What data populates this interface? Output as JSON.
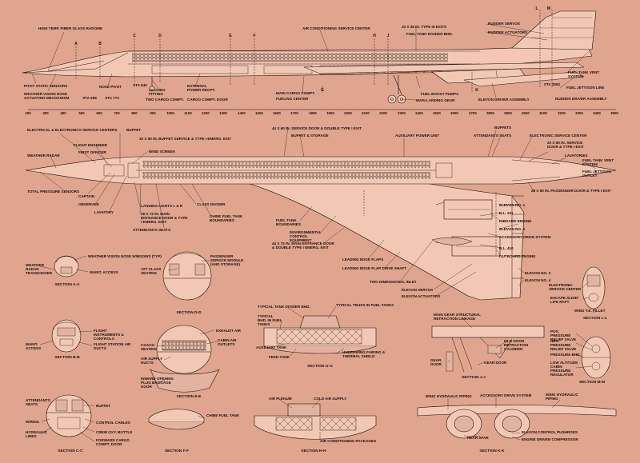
{
  "colors": {
    "background": "#dfa58f",
    "ink": "#1c0f0b",
    "fill": "#f2c8b4",
    "shade": "#b88471"
  },
  "scale_ticks": [
    "200",
    "300",
    "400",
    "500",
    "600",
    "700",
    "800",
    "900",
    "1000",
    "1100",
    "1200",
    "1300",
    "1400",
    "1500",
    "1600",
    "1700",
    "1800",
    "1900",
    "2000",
    "2100",
    "2200",
    "2300",
    "2400",
    "2500",
    "2600",
    "2700",
    "2800",
    "2900",
    "3000",
    "3100",
    "3200",
    "3300",
    "3400",
    "3500"
  ],
  "section_letters": [
    "A",
    "B",
    "C",
    "D",
    "E",
    "F",
    "G",
    "H",
    "J",
    "K",
    "L",
    "M"
  ],
  "stations": [
    "STA 658",
    "STA 773",
    "STA 840",
    "STA 3052"
  ],
  "side_view": {
    "labels": [
      "HIGH TEMP. FIBER GLASS RADOME",
      "PITOT STATIC SENSORS",
      "WEATHER VISION NOSE ACTUATING MECHANISM",
      "NOSE PIVOT",
      "JACKING FITTING",
      "TWO CARGO COMPT.",
      "EXTERNAL POWER RECPT.",
      "CARGO COMPT. DOOR",
      "MAIN CARGO COMPT.",
      "FUELING CENTER",
      "AIR CONDITIONING SERVICE CENTER",
      "20 x 36 IN. TYPE III EXITS",
      "FUEL TANK DIVIDER BHD.",
      "FUEL BOOST PUMPS",
      "MAIN LANDING GEAR",
      "RUDDER SERVOS",
      "RUDDER ACTUATORS",
      "ELEVON DRIVER ASSEMBLY",
      "FUEL TANK VENT SYSTEM",
      "FUEL JETTISON LINE",
      "RUDDER DRIVER ASSEMBLY"
    ]
  },
  "plan_view": {
    "labels": [
      "ELECTRICAL & ELECTRONICS SERVICE CENTERS",
      "BUFFET",
      "30 x 60 IN. BUFFET SERVICE & TYPE I EMERG. EXIT",
      "FLIGHT ENGINEER",
      "FIRST OFFICER",
      "WIND SCREEN",
      "WEATHER RADAR",
      "TOTAL PRESSURE SENSORS",
      "CAPTAIN",
      "OBSERVER",
      "LAVATORY",
      "LANDING LIGHTS L & R",
      "28 x 72 IN. MAIN ENTRANCE DOOR & TYPE I EMERG. EXIT",
      "ATTENDANTS SEATS",
      "CLASS DIVIDER",
      "CHINE FUEL TANK BOUNDARIES",
      "44 x 60 IN. SERVICE DOOR & DOUBLE TYPE I EXIT",
      "BUFFET & STORAGE",
      "AUXILIARY POWER UNIT",
      "BUFFETS",
      "ATTENDANTS SEATS",
      "ELECTRONIC SERVICE CENTER",
      "20 x 60 IN. SERVICE DOOR & TYPE I EXIT",
      "LAVATORIES",
      "FUEL TANK VENT SYSTEM",
      "FUEL JETTISON OUTLET",
      "28 x 60 IN. PASSENGER DOOR & TYPE I EXIT",
      "FUEL TANK BOUNDARIES",
      "ENVIRONMENTAL CONTROL EQUIPMENT",
      "44 x 72 IN. MAIN ENTRANCE DOOR & DOUBLE TYPE I EMERG. EXIT",
      "LEADING EDGE FLAPS",
      "LEADING EDGE FLAP DRIVE SHAFT",
      "TWO DIMENSIONAL INLET",
      "ELEVON SERVOS",
      "ELEVON ACTUATORS",
      "ELEVON NO. 1",
      "B.L. 231",
      "INBOARD ENGINE",
      "ELEVON NO. 2",
      "ACCESSORY DRIVE SYSTEM",
      "B.L. 410",
      "OUTBOARD ENGINE",
      "ELEVON NO. 3",
      "ELEVON NO. 4"
    ]
  },
  "sections": [
    {
      "title": "SECTION A-A",
      "labels": [
        "WEATHER VISION NOSE WINDOWS (TYP)",
        "MAINT. ACCESS",
        "WEATHER RADAR TRANSCEIVER"
      ]
    },
    {
      "title": "SECTION B-B",
      "labels": [
        "FLIGHT INSTRUMENTS & CONTROLS",
        "FLIGHT STATION AIR DUCTS",
        "MAINT. ACCESS"
      ]
    },
    {
      "title": "SECTION C-C",
      "labels": [
        "ATTENDANTS SEATS",
        "BUFFET",
        "WIRING",
        "CONTROL CABLES",
        "HYDRAULIC LINES",
        "CREW OXY. BOTTLE",
        "FORWARD CARGO COMPT. DOOR"
      ]
    },
    {
      "title": "SECTION D-D",
      "labels": [
        "1ST CLASS SEATING",
        "PASSENGER SERVICE MODULE (AND STORAGE)"
      ]
    },
    {
      "title": "SECTION E-E",
      "labels": [
        "COACH SEATING",
        "EXHAUST AIR",
        "CABIN AIR OUTLETS",
        "AIR SUPPLY DUCTS",
        "INWARD OPENING PLUG BAGGAGE DOOR"
      ]
    },
    {
      "title": "SECTION F-F",
      "labels": [
        "CHINE FUEL TANK"
      ]
    },
    {
      "title": "SECTION G-G",
      "labels": [
        "TYPICAL TANK DIVIDER BHD.",
        "TYPICAL TRUSS IN FUEL TANKS",
        "TYPICAL BHD. IN FUEL TANKS",
        "AUXILIARY TANK",
        "FEED TANK",
        "UNDERWING FAIRING & THERMAL SHIELD"
      ]
    },
    {
      "title": "SECTION H-H",
      "labels": [
        "AIR PLENUM",
        "COLD AIR SUPPLY",
        "AIR CONDITIONING PACKAGES"
      ]
    },
    {
      "title": "SECTION J-J",
      "labels": [
        "MAIN GEAR STRUCTURAL RETRACTION LINKAGE",
        "MLG DOOR RETRACTION CYLINDER",
        "GEAR DOOR",
        "GEAR DOOR"
      ]
    },
    {
      "title": "SECTION K-K",
      "labels": [
        "WING HYDRAULIC PIPING",
        "ACCESSORY DRIVE SYSTEM",
        "WING HYDRAULIC PIPING",
        "REAR SPAR",
        "ELEVON CONTROL PUSHRODS",
        "ENGINE DRIVEN COMPRESSOR"
      ]
    },
    {
      "title": "SECTION L-L",
      "labels": [
        "ELECTRONIC SERVICE CENTER",
        "ESCAPE SLIDE/ LIFE RAFT",
        "WING T.E. FILLET"
      ]
    },
    {
      "title": "SECTION M-M",
      "labels": [
        "POS. PRESSURE RELIEF VALVE",
        "NEG. PRESSURE RELIEF VALVE",
        "PRESSURE BHD.",
        "LOW ALTITUDE CABIN PRESSURE REGULATOR"
      ]
    }
  ]
}
